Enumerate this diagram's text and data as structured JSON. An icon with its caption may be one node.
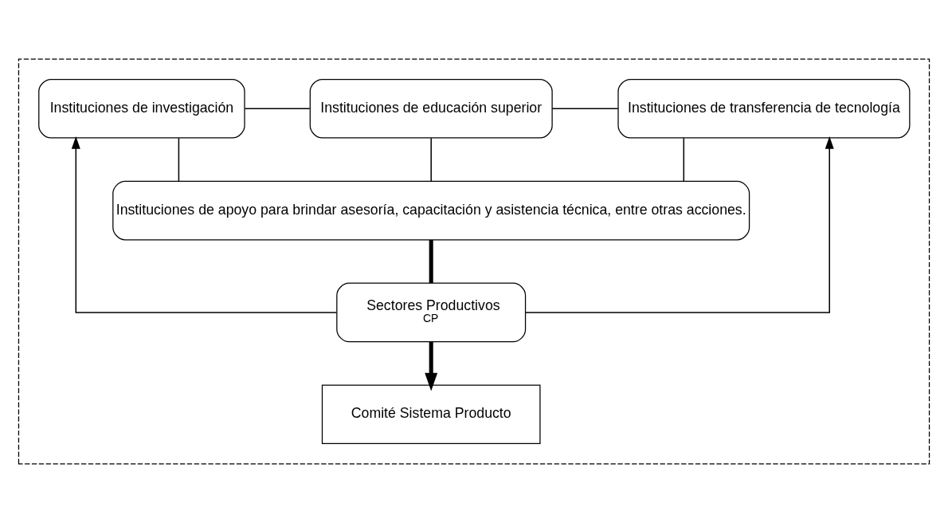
{
  "diagram": {
    "nodes": [
      {
        "text": [],
        "shape": "box"
      },
      {
        "text": [
          "Instituciones de investigación"
        ],
        "in": 0
      },
      {
        "text": [
          "Instituciones de educación superior"
        ],
        "in": 0
      },
      {
        "text": [
          "Instituciones de transferencia de tecnología"
        ],
        "in": 0
      },
      {
        "text": [
          "Instituciones de apoyo para brindar asesoría, capacitación y asistencia técnica, entre otras acciones."
        ],
        "in": 0
      },
      {
        "text": [
          "Sectores Productivos",
          "CP"
        ],
        "in": 0
      },
      {
        "text": [
          "Comité Sistema Producto"
        ],
        "in": 0
      }
    ],
    "edges": [
      {
        "from": 1,
        "to": 2,
        "arrow": "none"
      },
      {
        "from": 2,
        "to": 3,
        "arrow": "none"
      },
      {
        "from": 1,
        "to": 4,
        "arrow": "none"
      },
      {
        "from": 2,
        "to": 4,
        "arrow": "none"
      },
      {
        "from": 3,
        "to": 4,
        "arrow": "none"
      },
      {
        "from": 4,
        "to": 5,
        "arrow": "none",
        "style": "thick"
      },
      {
        "from": 5,
        "to": 1,
        "arrow": "to"
      },
      {
        "from": 5,
        "to": 3,
        "arrow": "to"
      },
      {
        "from": 5,
        "to": 6,
        "arrow": "to",
        "style": "thick"
      }
    ]
  }
}
